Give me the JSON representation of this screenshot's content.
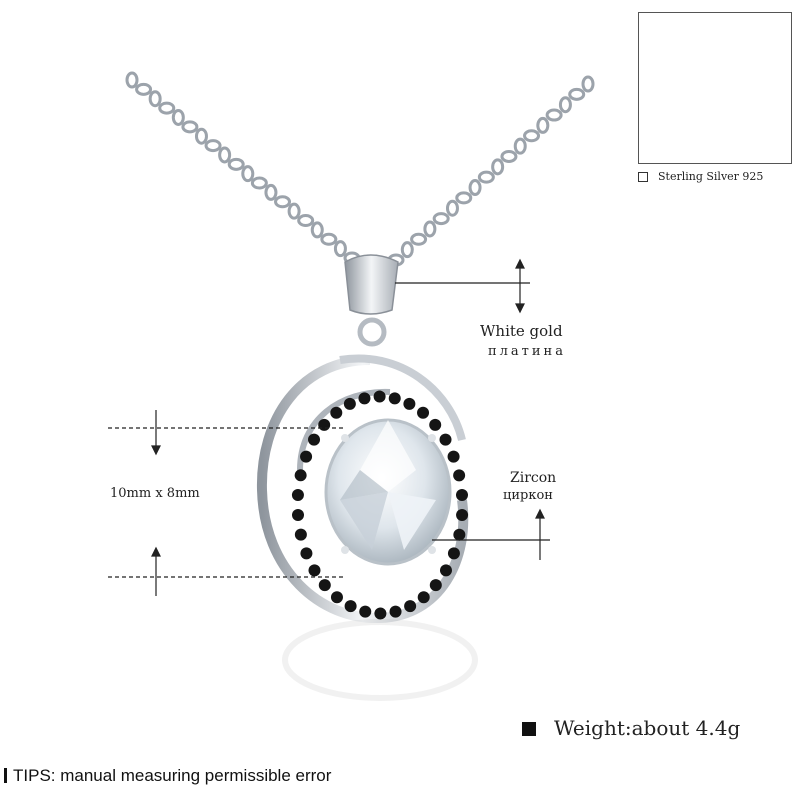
{
  "callouts": {
    "metal_en": "White gold",
    "metal_ru": "платина",
    "stone_en": "Zircon",
    "stone_ru": "циркон",
    "size": "10mm x 8mm"
  },
  "thumbnail": {
    "caption": "Sterling Silver 925"
  },
  "specs": {
    "weight": "Weight:about 4.4g"
  },
  "footer": {
    "tips": "TIPS: manual measuring permissible error"
  },
  "colors": {
    "metal": "#d9dce0",
    "metal_shadow": "#9aa0a8",
    "black_stone": "#151515",
    "gem": "#e9eef2"
  }
}
